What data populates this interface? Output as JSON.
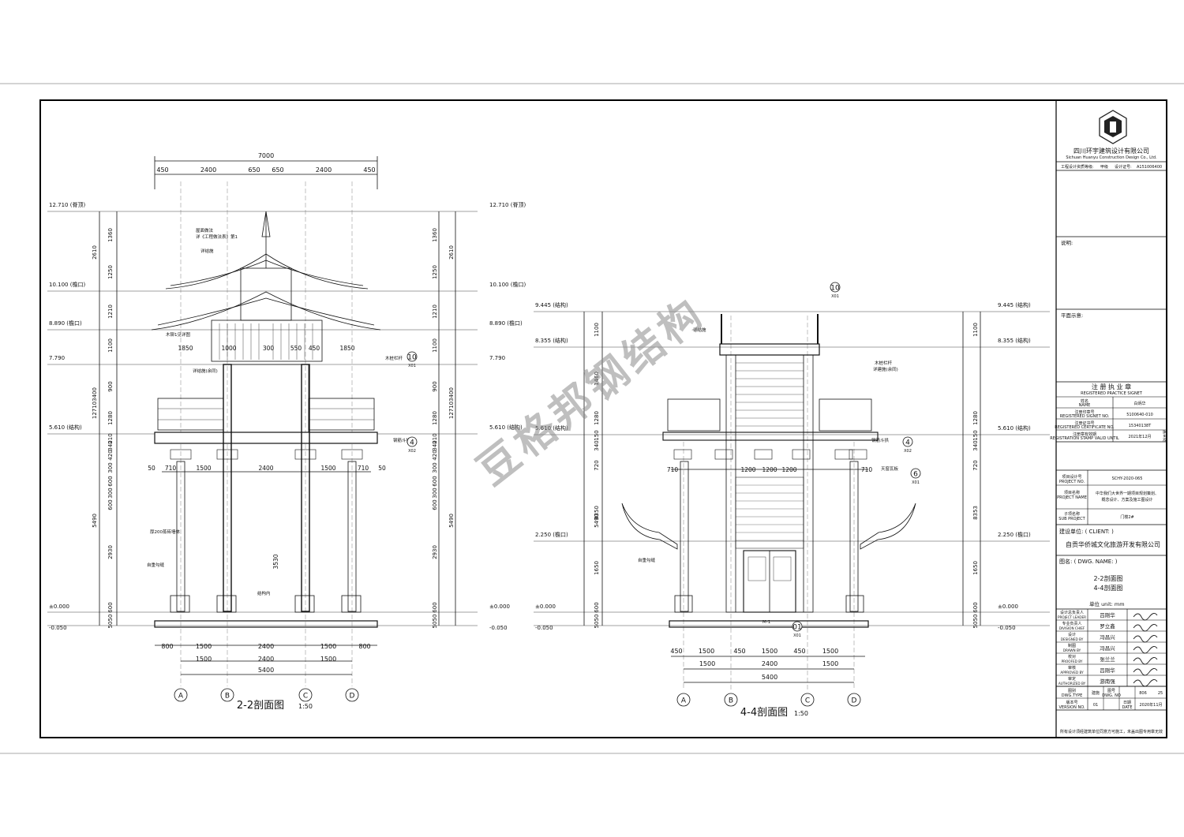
{
  "watermark": "豆格邦钢结构",
  "company": {
    "name_cn": "四川环宇建筑设计有限公司",
    "name_en": "Sichuan Huanyu Construction Design Co., Ltd."
  },
  "title_block": {
    "cert_label": "工程设计资质等级:",
    "cert_grade": "甲级",
    "cert_no_label": "设计证号:",
    "cert_no": "A151006400",
    "notes_label": "说明:",
    "plan_label": "平面示意:",
    "stamp_title": "注 册 执 业 章",
    "stamp_title_en": "REGISTERED PRACTICE SIGNET",
    "stamp_name_label": "姓名",
    "stamp_name_en": "NAME",
    "stamp_name": "白炳华",
    "stamp_reg_label": "注册印章号",
    "stamp_reg_en": "REGISTERED SIGNET NO.",
    "stamp_reg": "5100640-010",
    "stamp_cert_label": "注册证书号",
    "stamp_cert_en": "REGISTERED CERTIFICATE NO.",
    "stamp_cert": "15340138T",
    "stamp_valid_label": "注册章有效期",
    "stamp_valid_en": "REGISTRATION STAMP VALID UNTIL",
    "stamp_valid": "2021年12月",
    "project_no_label": "项目设计号",
    "project_no_en": "PROJECT NO.",
    "project_no": "SCHY-2020-065",
    "project_name_label": "项目名称",
    "project_name_en": "PROJECT NAME",
    "project_name_1": "中华我们大世界一期项目规划策划、",
    "project_name_2": "概念设计、方案及施工图设计",
    "sub_label": "子项名称",
    "sub_en": "SUB PROJECT",
    "sub_name": "门楼2#",
    "client_label": "建设单位: ( CLIENT: )",
    "client": "自贡华侨城文化旅游开发有限公司",
    "dwg_label": "图名: ( DWG. NAME: )",
    "dwg_name_1": "2-2剖面图",
    "dwg_name_2": "4-4剖面图",
    "unit": "单位 unit: mm",
    "signoff": [
      {
        "role": "设计总负责人",
        "en": "PROJECT LEADER",
        "name": "吕刚华"
      },
      {
        "role": "专业负责人",
        "en": "DIVISION CHIEF",
        "name": "罗立鑫"
      },
      {
        "role": "设计",
        "en": "DESIGNED BY",
        "name": "冯昌兴"
      },
      {
        "role": "制图",
        "en": "DRAWN BY",
        "name": "冯昌兴"
      },
      {
        "role": "校对",
        "en": "PROOFED BY",
        "name": "张兰兰"
      },
      {
        "role": "审核",
        "en": "APPROVED BY",
        "name": "吕刚华"
      },
      {
        "role": "审定",
        "en": "AUTHORIZED BY",
        "name": "游南强"
      }
    ],
    "dwg_type_label": "图别",
    "dwg_type_en": "DWG.TYPE",
    "dwg_type": "建施",
    "dwg_no_label": "图号",
    "dwg_no_en": "DWG. NO",
    "dwg_no": "806",
    "dwg_no_total": "25",
    "version_label": "版本号",
    "version_en": "VERSION NO.",
    "version": "01",
    "date_label": "日期",
    "date_en": "DATE",
    "date": "2020年11月",
    "footnote": "所有设计须经建筑单位同意方可施工，未盖出图专用章无效"
  },
  "section_2": {
    "title": "2-2剖面图",
    "scale": "1:50",
    "overall": "7000",
    "top_dims": [
      "450",
      "2400",
      "650",
      "650",
      "2400",
      "450"
    ],
    "upper_dims": [
      "1850",
      "1000",
      "300",
      "550",
      "450",
      "1850"
    ],
    "mid_dims": [
      "50",
      "710",
      "1500",
      "2400",
      "1500",
      "710",
      "50"
    ],
    "bottom_dims": [
      "800",
      "1500",
      "2400",
      "1500",
      "800"
    ],
    "bottom_dims2": [
      "1500",
      "2400",
      "1500"
    ],
    "bottom_total": "5400",
    "axes": [
      "A",
      "B",
      "C",
      "D"
    ],
    "levels": [
      {
        "text": "12.710 (脊顶)"
      },
      {
        "text": "10.100 (檐口)"
      },
      {
        "text": "8.890 (檐口)"
      },
      {
        "text": "7.790"
      },
      {
        "text": "5.610 (结构)"
      },
      {
        "text": "±0.000"
      },
      {
        "text": "-0.050"
      }
    ],
    "vert_left": [
      "1360",
      "1250",
      "1210",
      "1100",
      "900",
      "1280",
      "210",
      "340",
      "420",
      "300",
      "600",
      "300",
      "600",
      "2930",
      "600",
      "50",
      "50"
    ],
    "vert_left_totals": [
      "2610",
      "3400",
      "12710",
      "5490"
    ],
    "mid_height": "3530",
    "annotations": [
      "屋面做法",
      "详《工程做法表》第1",
      "详结施",
      "木铆1见详图",
      "详结施(余同)",
      "木桩栏杆",
      "钢筋斗拱",
      "厚200蒸砖墙体",
      "自重勾缝",
      "结构内"
    ],
    "ref_marks": [
      {
        "num": "10",
        "ref": "X01"
      },
      {
        "num": "4",
        "ref": "X02"
      }
    ]
  },
  "section_4": {
    "title": "4-4剖面图",
    "scale": "1:50",
    "top_dims": [
      "450",
      "1500",
      "450",
      "1500",
      "450",
      "1500"
    ],
    "bottom_dims": [
      "1500",
      "2400",
      "1500"
    ],
    "bottom_total": "5400",
    "mid_dims": [
      "710",
      "1200",
      "1200",
      "1200",
      "710"
    ],
    "axes": [
      "A",
      "B",
      "C",
      "D"
    ],
    "levels": [
      {
        "text": "9.445 (结构)"
      },
      {
        "text": "8.355 (结构)"
      },
      {
        "text": "5.610 (结构)"
      },
      {
        "text": "2.250 (檐口)"
      },
      {
        "text": "±0.000"
      },
      {
        "text": "-0.050"
      }
    ],
    "vert": [
      "1100",
      "1460",
      "1280",
      "150",
      "340",
      "720",
      "8350",
      "5490",
      "1650",
      "600",
      "50",
      "50"
    ],
    "vert_right": [
      "1100",
      "1280",
      "150",
      "340",
      "720",
      "8353",
      "1650",
      "600",
      "50",
      "50"
    ],
    "annotations": [
      "详结施",
      "木桩栏杆",
      "详建施(余同)",
      "钢筋斗拱",
      "天窗瓦板",
      "自重勾缝",
      "M-1"
    ],
    "ref_marks": [
      {
        "num": "10",
        "ref": "X01"
      },
      {
        "num": "4",
        "ref": "X02"
      },
      {
        "num": "6",
        "ref": "X01"
      },
      {
        "num": "01",
        "ref": "X01"
      }
    ]
  }
}
